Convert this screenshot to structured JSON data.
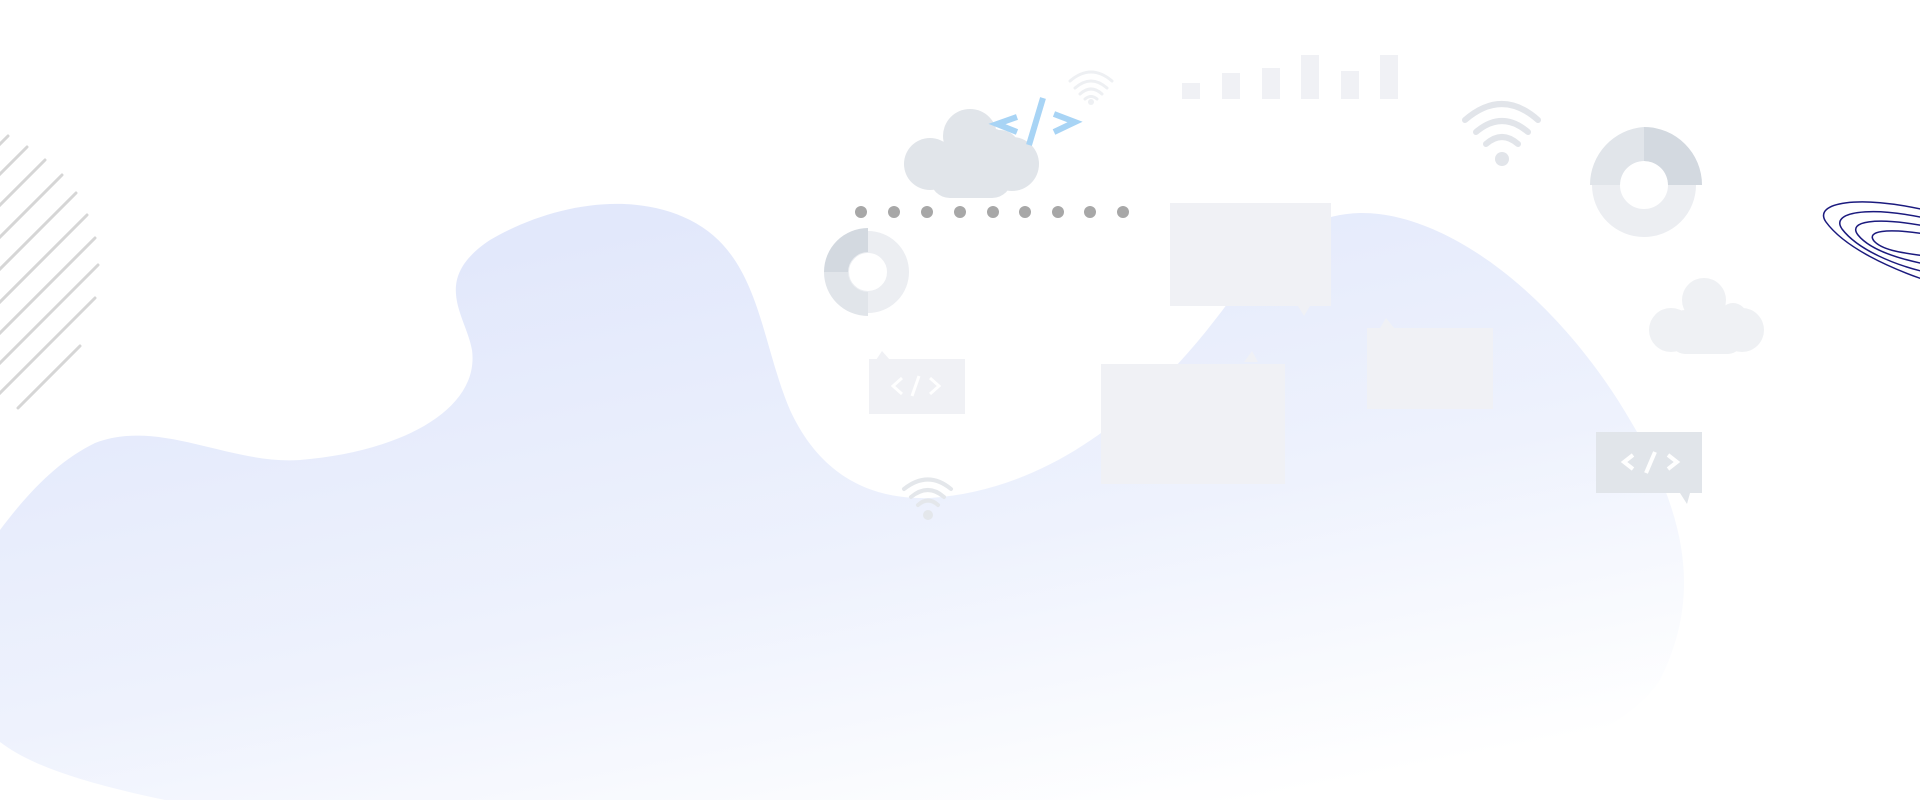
{
  "page": {
    "background": "#ffffff"
  },
  "palette": {
    "blob_gradient_start": "#e2e8fb",
    "blob_gradient_end": "#ffffff",
    "light_panel": "#f0f1f5",
    "cloud_gray": "#e1e5ea",
    "donut_dark": "#d3d9e0",
    "donut_light": "#eceef2",
    "wifi_gray": "#e2e5ea",
    "code_tag_blue": "#a8d4f5",
    "dot_gray": "#a7a7a7",
    "hatch_gray": "#d6d6d6",
    "navy_line": "#1b1a7e"
  },
  "decor": {
    "code_tag_glyph": "</>",
    "icons": [
      "blob-background",
      "diagonal-hatch",
      "cloud-icon",
      "code-tag-icon",
      "wifi-icon",
      "bar-chart-icon",
      "donut-chart-icon",
      "dotted-line",
      "speech-bubble",
      "code-bubble-icon",
      "spiral-lines"
    ]
  }
}
